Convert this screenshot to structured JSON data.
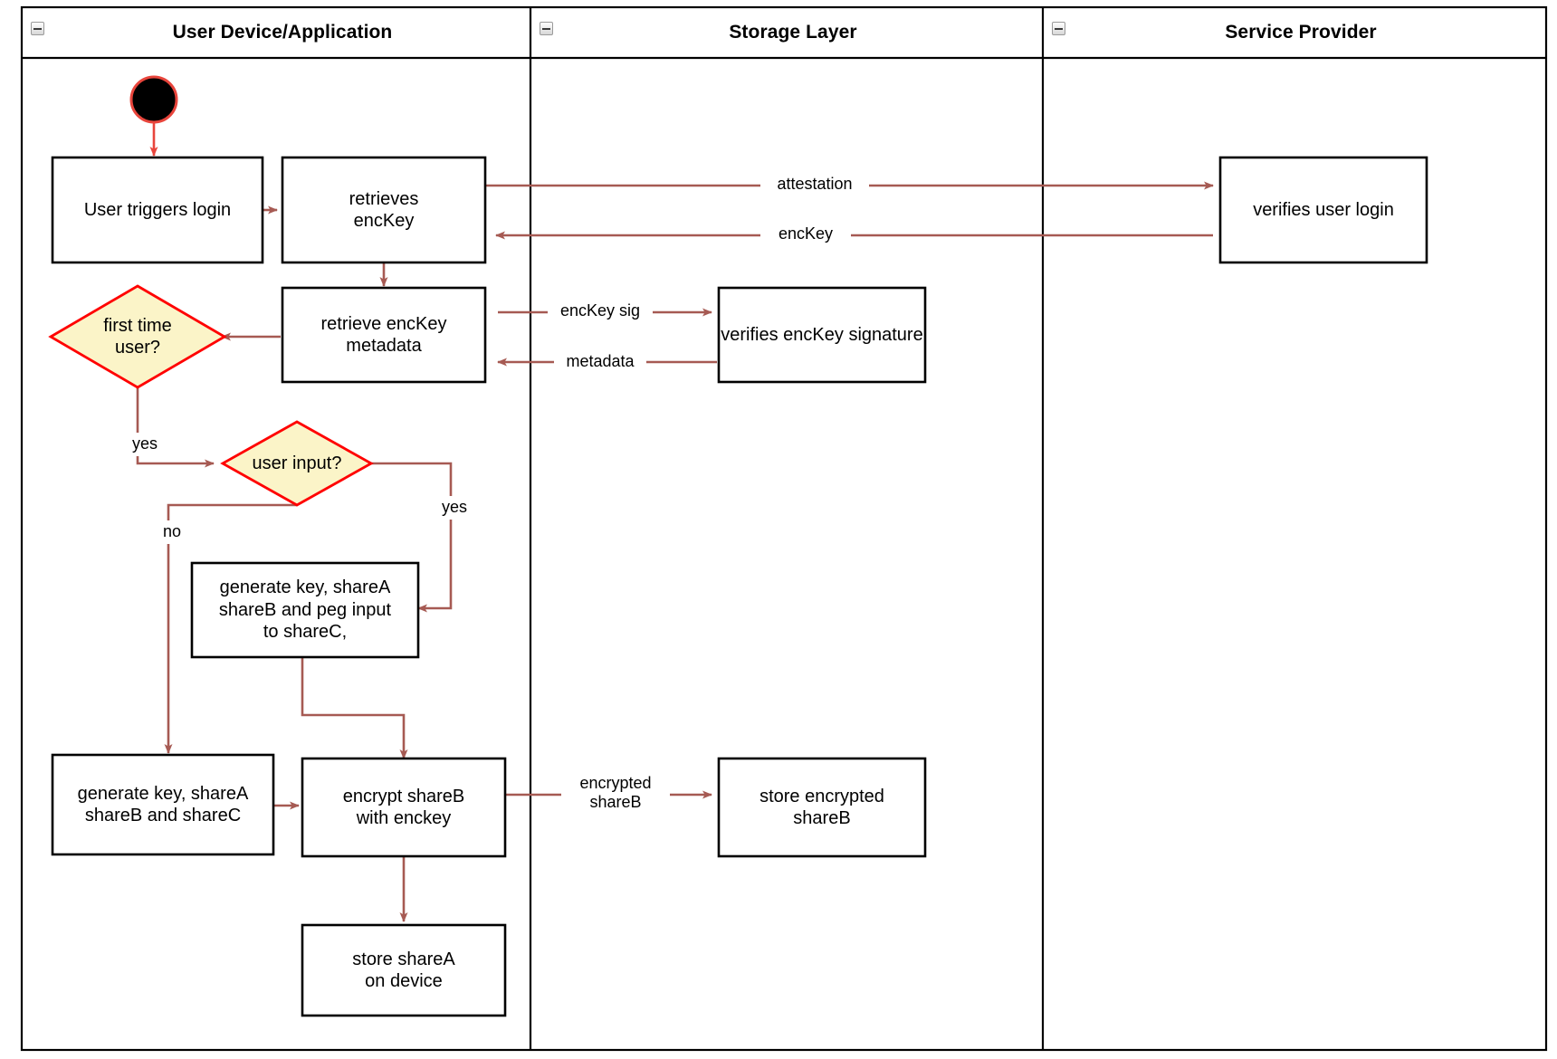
{
  "diagram": {
    "type": "uml-activity-swimlane",
    "title_bar_height": 56,
    "colors": {
      "arrow": "#a65a53",
      "node_border": "#000000",
      "node_fill": "#ffffff",
      "decision_border": "#ff0000",
      "decision_fill": "#fbf4c8",
      "start_fill": "#000000",
      "start_border": "#ff0000",
      "lane_border": "#000000",
      "background": "#ffffff"
    },
    "lanes": [
      {
        "id": "lane-user-device",
        "label": "User Device/Application",
        "icon": "collapse-minus-icon"
      },
      {
        "id": "lane-storage",
        "label": "Storage Layer",
        "icon": "collapse-minus-icon"
      },
      {
        "id": "lane-service-provider",
        "label": "Service Provider",
        "icon": "collapse-minus-icon"
      }
    ],
    "nodes": [
      {
        "id": "start",
        "kind": "initial-node",
        "label": "",
        "lane": "lane-user-device"
      },
      {
        "id": "user-triggers-login",
        "kind": "action",
        "label": "User triggers login",
        "lane": "lane-user-device"
      },
      {
        "id": "retrieves-enckey",
        "kind": "action",
        "label": "retrieves\nencKey",
        "lane": "lane-user-device"
      },
      {
        "id": "verifies-user-login",
        "kind": "action",
        "label": "verifies user login",
        "lane": "lane-service-provider"
      },
      {
        "id": "retrieve-enckey-metadata",
        "kind": "action",
        "label": "retrieve encKey\nmetadata",
        "lane": "lane-user-device"
      },
      {
        "id": "verifies-enckey-signature",
        "kind": "action",
        "label": "verifies encKey signature",
        "lane": "lane-storage"
      },
      {
        "id": "first-time-user",
        "kind": "decision",
        "label": "first time\nuser?",
        "lane": "lane-user-device"
      },
      {
        "id": "user-input",
        "kind": "decision",
        "label": "user input?",
        "lane": "lane-user-device"
      },
      {
        "id": "generate-peg-input",
        "kind": "action",
        "label": "generate key, shareA\nshareB and peg input\nto shareC,",
        "lane": "lane-user-device"
      },
      {
        "id": "generate-shares",
        "kind": "action",
        "label": "generate key, shareA\nshareB and shareC",
        "lane": "lane-user-device"
      },
      {
        "id": "encrypt-shareb",
        "kind": "action",
        "label": "encrypt shareB\nwith enckey",
        "lane": "lane-user-device"
      },
      {
        "id": "store-encrypted-shareb",
        "kind": "action",
        "label": "store encrypted\nshareB",
        "lane": "lane-storage"
      },
      {
        "id": "store-sharea-on-device",
        "kind": "action",
        "label": "store shareA\non device",
        "lane": "lane-user-device"
      }
    ],
    "edges": [
      {
        "id": "edge-start-login",
        "from": "start",
        "to": "user-triggers-login",
        "label": ""
      },
      {
        "id": "edge-login-retrieves",
        "from": "user-triggers-login",
        "to": "retrieves-enckey",
        "label": ""
      },
      {
        "id": "edge-attestation",
        "from": "retrieves-enckey",
        "to": "verifies-user-login",
        "label": "attestation"
      },
      {
        "id": "edge-enckey-back",
        "from": "verifies-user-login",
        "to": "retrieves-enckey",
        "label": "encKey"
      },
      {
        "id": "edge-retrieves-metadata",
        "from": "retrieves-enckey",
        "to": "retrieve-enckey-metadata",
        "label": ""
      },
      {
        "id": "edge-enckey-sig",
        "from": "retrieve-enckey-metadata",
        "to": "verifies-enckey-signature",
        "label": "encKey sig"
      },
      {
        "id": "edge-metadata-back",
        "from": "verifies-enckey-signature",
        "to": "retrieve-enckey-metadata",
        "label": "metadata"
      },
      {
        "id": "edge-metadata-firsttime",
        "from": "retrieve-enckey-metadata",
        "to": "first-time-user",
        "label": ""
      },
      {
        "id": "edge-firsttime-yes",
        "from": "first-time-user",
        "to": "user-input",
        "label": "yes"
      },
      {
        "id": "edge-userinput-yes",
        "from": "user-input",
        "to": "generate-peg-input",
        "label": "yes"
      },
      {
        "id": "edge-userinput-no",
        "from": "user-input",
        "to": "generate-shares",
        "label": "no"
      },
      {
        "id": "edge-peg-encrypt",
        "from": "generate-peg-input",
        "to": "encrypt-shareb",
        "label": ""
      },
      {
        "id": "edge-shares-encrypt",
        "from": "generate-shares",
        "to": "encrypt-shareb",
        "label": ""
      },
      {
        "id": "edge-encrypted-shareb",
        "from": "encrypt-shareb",
        "to": "store-encrypted-shareb",
        "label": "encrypted\nshareB"
      },
      {
        "id": "edge-encrypt-store-sharea",
        "from": "encrypt-shareb",
        "to": "store-sharea-on-device",
        "label": ""
      }
    ]
  }
}
